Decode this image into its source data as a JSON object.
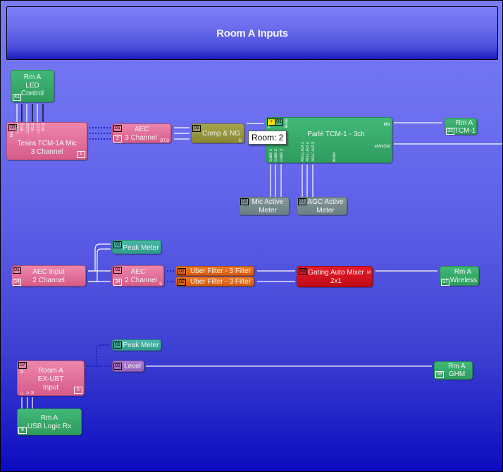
{
  "title": "Room A Inputs",
  "tooltip": "Room: 2",
  "blocks": {
    "led_control": {
      "line1": "Rm A",
      "line2": "LED",
      "line3": "Control",
      "id": "41"
    },
    "tcm1a": {
      "line1": "Tesira TCM-1A Mic",
      "line2": "3 Channel",
      "id": "1",
      "badge": "03",
      "pins": [
        "M1",
        "LED1",
        "RG1",
        "LED2",
        "RG2",
        "LED3",
        "RG3"
      ]
    },
    "aec3": {
      "line1": "AEC",
      "line2": "3 Channel",
      "id": "2",
      "badge": "01",
      "suffix": "BT,S"
    },
    "comp_ng": {
      "label": "Comp & NG",
      "badge": "01",
      "suffix": "G"
    },
    "parle": {
      "label": "Parlé TCM-1 - 3ch",
      "badge": "01",
      "plus": "+",
      "in_pin": "1",
      "mute": "Mute",
      "out_mix": "Mix",
      "out_emix": "eMixOut",
      "bottom_pins": [
        "Gate 1",
        "Gate 2",
        "Gate 3",
        "AGC Act 1",
        "AGC Act 2",
        "AGC Act 3",
        "Mute"
      ]
    },
    "rm_tcm1": {
      "line1": "Rm A",
      "line2": "TCM-1",
      "id": "32"
    },
    "mic_meter": {
      "line1": "Mic Active",
      "line2": "Meter",
      "badge": "01"
    },
    "agc_meter": {
      "line1": "AGC Active",
      "line2": "Meter",
      "badge": "01"
    },
    "peak1": {
      "label": "Peak Meter",
      "badge": "01"
    },
    "aec_input": {
      "line1": "AEC Input",
      "line2": "2 Channel",
      "id": "34",
      "badge": "01"
    },
    "aec2": {
      "line1": "AEC",
      "line2": "2 Channel",
      "id": "34",
      "badge": "01",
      "suffix": "S"
    },
    "uber1": {
      "label": "Uber Filter - 3 Filter",
      "badge": "02"
    },
    "uber2": {
      "label": "Uber Filter - 3 Filter",
      "badge": "02"
    },
    "gating": {
      "line1": "Gating Auto Mixer",
      "line2": "2x1",
      "badge": "02",
      "suffix": "M"
    },
    "rm_wireless": {
      "line1": "Rm A",
      "line2": "Wireless",
      "id": "37"
    },
    "peak2": {
      "label": "Peak Meter",
      "badge": "01"
    },
    "level": {
      "label": "Level",
      "badge": "01"
    },
    "exubt": {
      "line1": "Room A",
      "line2": "EX-UBT",
      "line3": "Input",
      "id": "6",
      "badge": "07",
      "top_pin": "M",
      "pins": [
        "C",
        "S",
        "M"
      ]
    },
    "usb_logic": {
      "line1": "Rm A",
      "line2": "USB Logic Rx",
      "id": "9"
    },
    "rm_ghm": {
      "line1": "Rm A",
      "line2": "GHM",
      "id": "38"
    }
  },
  "colors": {
    "pink": "#e2739a",
    "green": "#38aa6a",
    "olive": "#9a963e",
    "grey": "#788c90",
    "teal": "#3eaa9a",
    "orange": "#e86a1a",
    "red": "#d81220",
    "purple": "#a470c4",
    "canvas_top": "#7a7cf4",
    "canvas_bottom": "#0b0cbf"
  }
}
